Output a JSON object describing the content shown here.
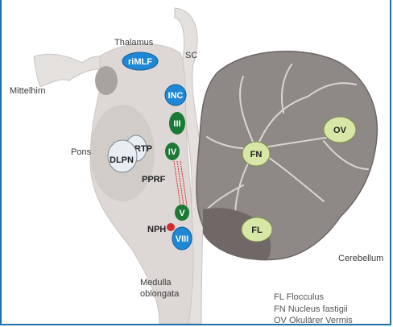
{
  "labels": {
    "thalamus": "Thalamus",
    "sc": "SC",
    "mittelhirn": "Mittelhirn",
    "pons": "Pons",
    "medulla_line1": "Medulla",
    "medulla_line2": "oblongata",
    "cerebellum": "Cerebellum",
    "pprf": "PPRF",
    "nph": "NPH"
  },
  "nuclei": {
    "rimlf": "riMLF",
    "inc": "INC",
    "iii": "III",
    "iv": "IV",
    "v": "V",
    "viii": "VIII",
    "nrtp": "NRTP",
    "dlpn": "DLPN",
    "fn": "FN",
    "ov": "OV",
    "fl": "FL"
  },
  "legend": [
    "FL Flocculus",
    "FN Nucleus fastigii",
    "OV Okulärer Vermis"
  ],
  "colors": {
    "blue": "#1e88d6",
    "green": "#1a7a35",
    "light_green": "#d7e7a6",
    "red": "#d42a2a",
    "brainstem": "#ddd8d5",
    "cerebellum": "#8e8886"
  }
}
